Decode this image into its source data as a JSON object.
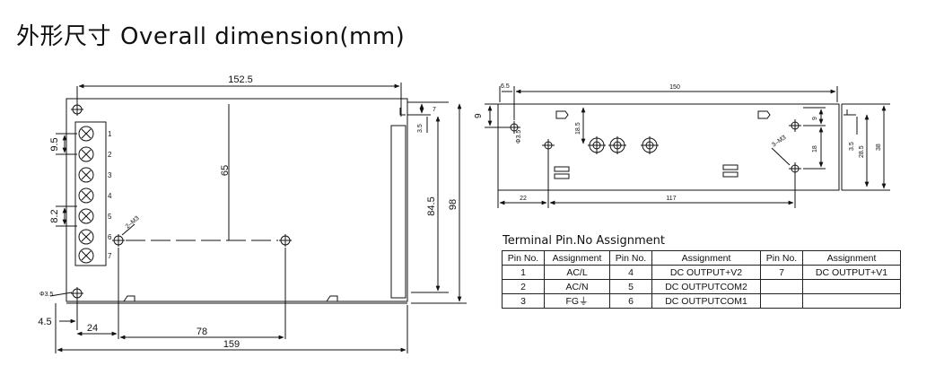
{
  "title": {
    "cn": "外形尺寸",
    "en": "Overall dimension(mm)"
  },
  "front_view": {
    "dims": {
      "width_top": "152.5",
      "pitch_a": "9.5",
      "pitch_b": "8.2",
      "depth_inner": "65",
      "height_inner": "84.5",
      "height_total": "98",
      "hole_dia": "Φ3.5",
      "screw_note": "2–M3",
      "offset_x": "4.5",
      "offset_24": "24",
      "span_78": "78",
      "width_total": "159",
      "edge_7": "7",
      "edge_35": "3.5"
    },
    "terminal_numbers": [
      "1",
      "2",
      "3",
      "4",
      "5",
      "6",
      "7"
    ]
  },
  "side_view": {
    "dims": {
      "offset_65": "6.5",
      "length_150": "150",
      "edge_9": "9",
      "dia": "Φ3.5",
      "h_185": "18.5",
      "screw_note": "3–M3",
      "v_9": "9",
      "v_18": "18",
      "v_35": "3.5",
      "v_285": "28.5",
      "v_38": "38",
      "bottom_22": "22",
      "bottom_117": "117"
    }
  },
  "pin_table": {
    "caption": "Terminal Pin.No Assignment",
    "headers": [
      "Pin No.",
      "Assignment",
      "Pin No.",
      "Assignment",
      "Pin No.",
      "Assignment"
    ],
    "rows": [
      [
        "1",
        "AC/L",
        "4",
        "DC OUTPUT+V2",
        "7",
        "DC OUTPUT+V1"
      ],
      [
        "2",
        "AC/N",
        "5",
        "DC OUTPUTCOM2",
        "",
        ""
      ],
      [
        "3",
        "FG⏚",
        "6",
        "DC OUTPUTCOM1",
        "",
        ""
      ]
    ]
  }
}
